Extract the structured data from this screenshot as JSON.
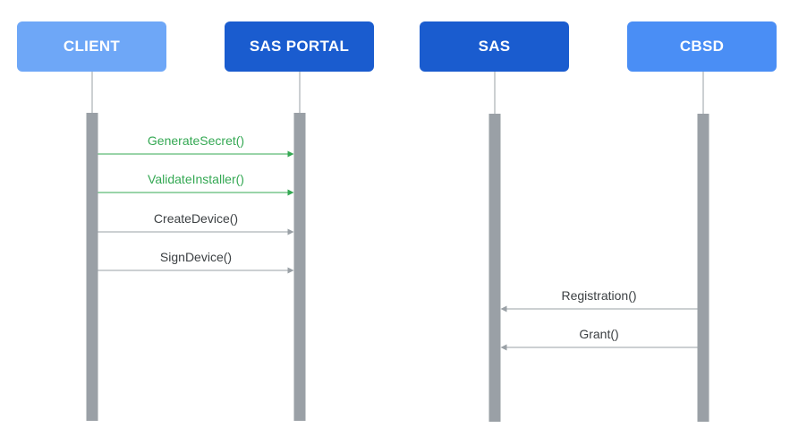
{
  "participants": [
    {
      "id": "client",
      "label": "CLIENT",
      "color": "#6ea7f7"
    },
    {
      "id": "sas_portal",
      "label": "SAS PORTAL",
      "color": "#1a5ccf"
    },
    {
      "id": "sas",
      "label": "SAS",
      "color": "#1a5ccf"
    },
    {
      "id": "cbsd",
      "label": "CBSD",
      "color": "#4a8ef5"
    }
  ],
  "messages": [
    {
      "label": "GenerateSecret()",
      "from": "client",
      "to": "sas_portal",
      "color": "#34a853"
    },
    {
      "label": "ValidateInstaller()",
      "from": "client",
      "to": "sas_portal",
      "color": "#34a853"
    },
    {
      "label": "CreateDevice()",
      "from": "client",
      "to": "sas_portal",
      "color": "#9aa0a6"
    },
    {
      "label": "SignDevice()",
      "from": "client",
      "to": "sas_portal",
      "color": "#9aa0a6"
    },
    {
      "label": "Registration()",
      "from": "cbsd",
      "to": "sas",
      "color": "#9aa0a6"
    },
    {
      "label": "Grant()",
      "from": "cbsd",
      "to": "sas",
      "color": "#9aa0a6"
    }
  ],
  "colors": {
    "lifeline_bar": "#9aa0a6",
    "lifeline_line": "#9aa0a6",
    "label_text": "#3c4043"
  }
}
